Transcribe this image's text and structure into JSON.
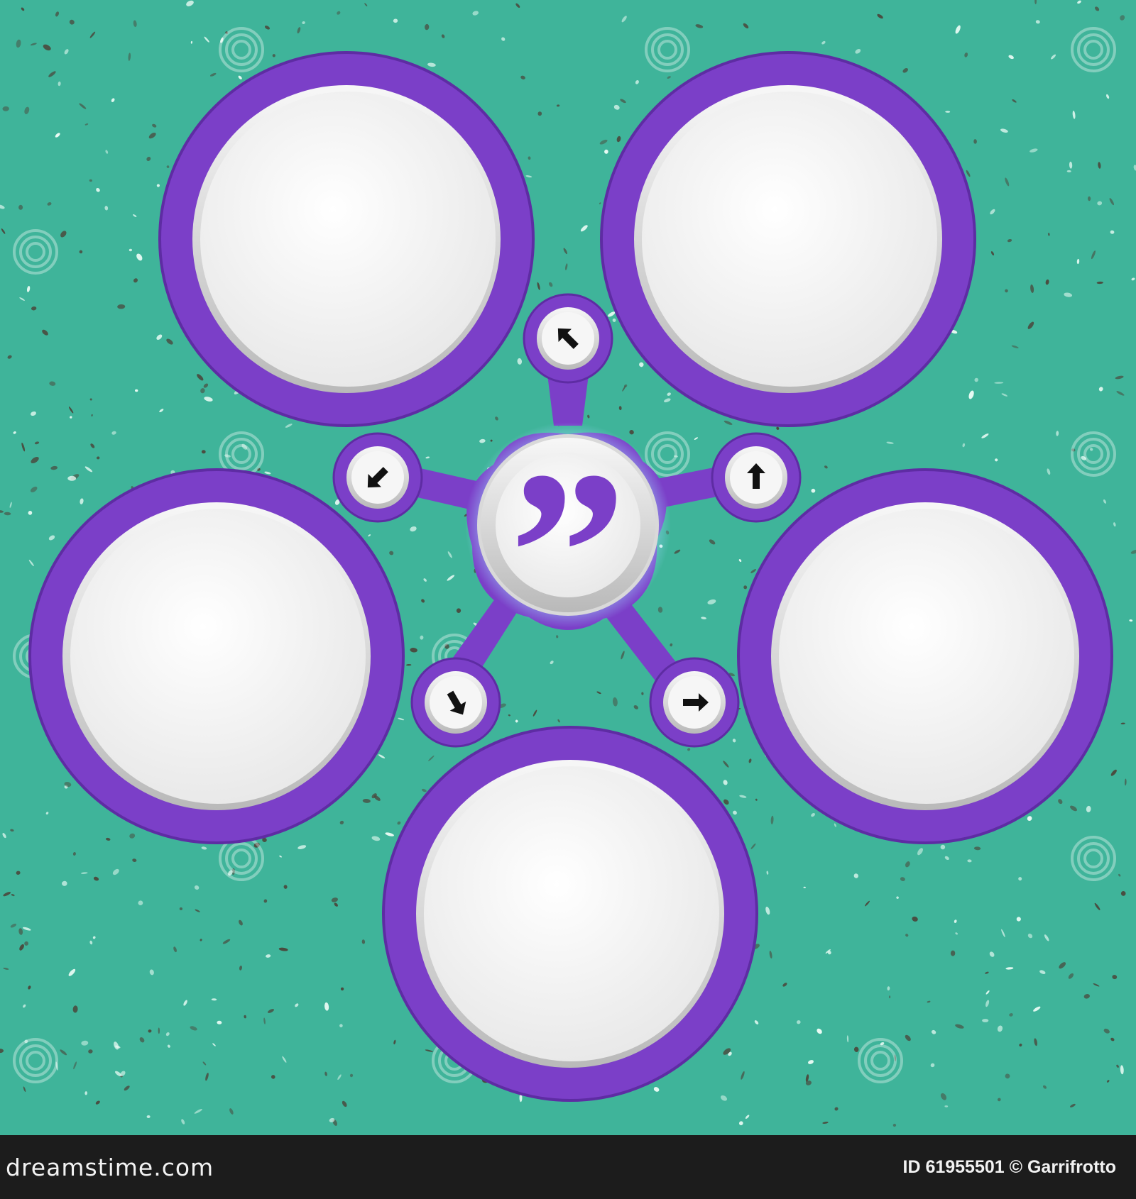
{
  "colors": {
    "background": "#3fb49a",
    "ring_purple": "#7b3fc8",
    "ring_purple_dark": "#5e2ca3",
    "slot_fill": "#f4f4f4",
    "footer": "#1c1c1c"
  },
  "center": {
    "symbol": "”",
    "icon": "quotation-mark-icon"
  },
  "slots": [
    {
      "id": "top-left"
    },
    {
      "id": "top-right"
    },
    {
      "id": "right"
    },
    {
      "id": "bottom"
    },
    {
      "id": "left"
    }
  ],
  "connectors": [
    {
      "id": "top",
      "icon": "arrow-up-left-icon"
    },
    {
      "id": "right",
      "icon": "arrow-up-icon"
    },
    {
      "id": "bottom-right",
      "icon": "arrow-right-icon"
    },
    {
      "id": "bottom-left",
      "icon": "arrow-down-right-icon"
    },
    {
      "id": "left",
      "icon": "arrow-down-left-icon"
    }
  ],
  "watermark": {
    "text": "dreamstime",
    "icon": "spiral-icon"
  },
  "footer": {
    "site": "dreamstime.com",
    "credit": "ID 61955501 © Garrifrotto"
  }
}
